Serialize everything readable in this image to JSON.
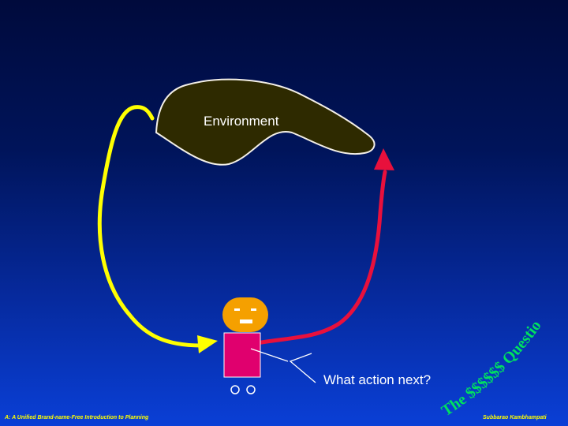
{
  "environment": {
    "label": "Environment",
    "fill": "#2e2a00"
  },
  "agent": {
    "question": "What action next?",
    "head_color": "#f5a000",
    "body_color": "#e0006e"
  },
  "arcs": {
    "perception_color": "#ffff00",
    "action_color": "#e8103c"
  },
  "curved_text": {
    "text": "The $$$$$$ Question",
    "color": "#00e060"
  },
  "footer": {
    "left": "A: A Unified Brand-name-Free Introduction to Planning",
    "right": "Subbarao Kambhampati"
  }
}
